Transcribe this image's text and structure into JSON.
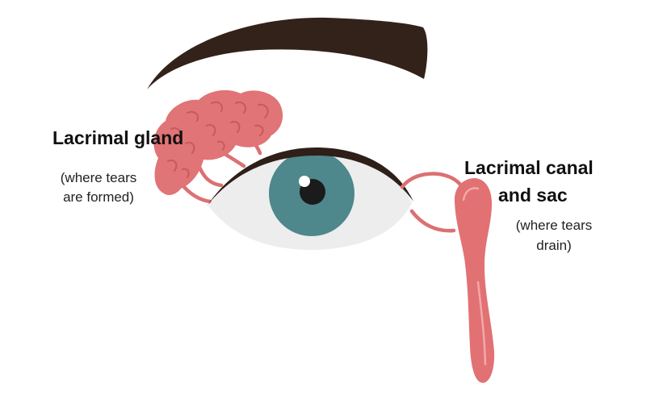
{
  "colors": {
    "eyebrow": "#33221a",
    "gland_fill": "#e07476",
    "gland_detail": "#c9595d",
    "duct": "#dc7072",
    "canal_fill": "#e27174",
    "canal_highlight": "#f3a8a9",
    "sclera": "#ededed",
    "iris": "#4e878c",
    "pupil": "#1b1b1b",
    "eyelid": "#2e1f18",
    "highlight": "#ffffff"
  },
  "labels": {
    "lacrimal_gland": {
      "title": "Lacrimal gland",
      "description_line1": "(where tears",
      "description_line2": "are formed)"
    },
    "lacrimal_canal_and_sac": {
      "title_line1": "Lacrimal canal",
      "title_line2": "and sac",
      "description_line1": "(where tears",
      "description_line2": "drain)"
    }
  }
}
